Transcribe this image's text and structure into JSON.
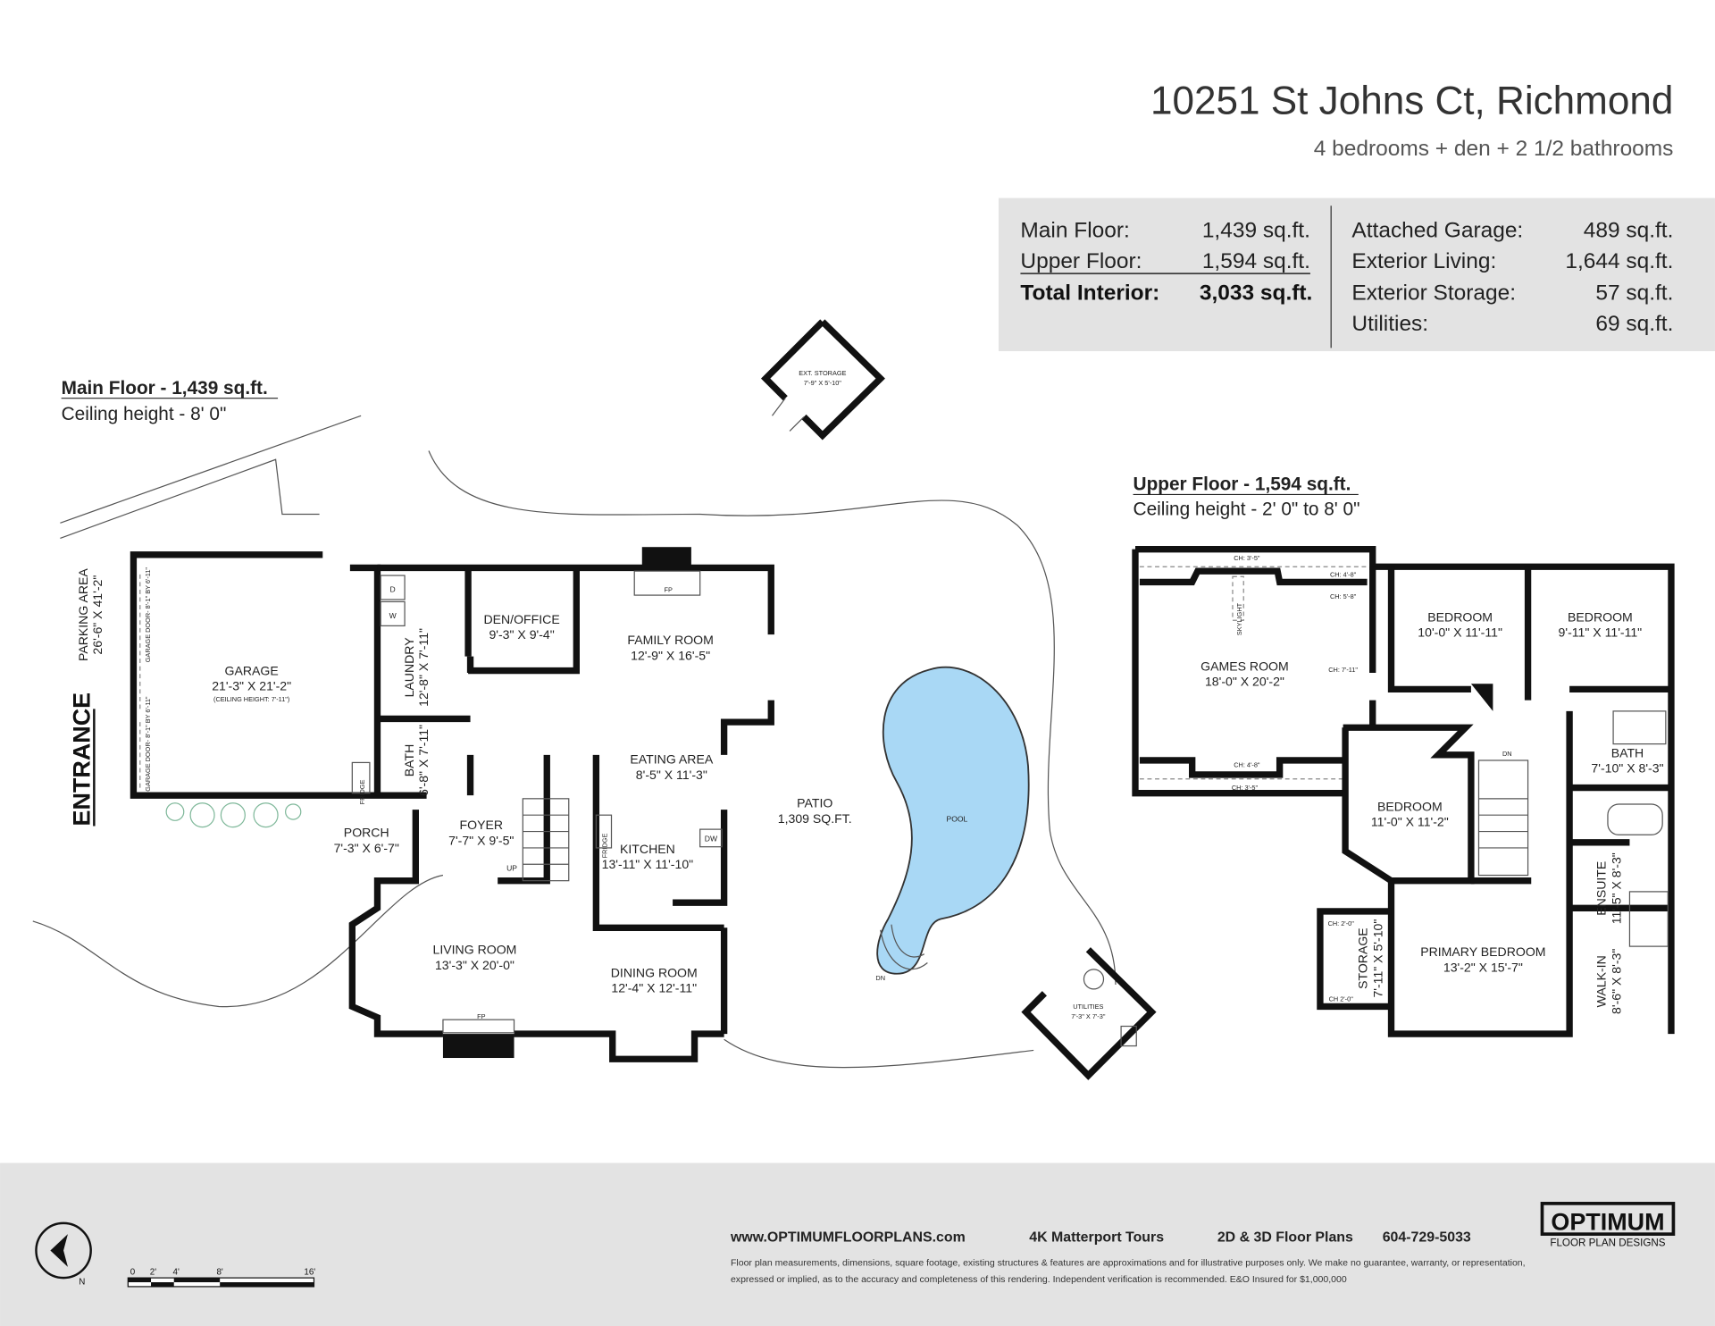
{
  "header": {
    "address": "10251 St Johns Ct, Richmond",
    "summary": "4 bedrooms + den + 2 1/2 bathrooms"
  },
  "areas": {
    "left": [
      {
        "label": "Main Floor:",
        "value": "1,439 sq.ft."
      },
      {
        "label": "Upper Floor:",
        "value": "1,594 sq.ft."
      },
      {
        "label": "Total Interior:",
        "value": "3,033 sq.ft."
      }
    ],
    "right": [
      {
        "label": "Attached Garage:",
        "value": "489 sq.ft."
      },
      {
        "label": "Exterior Living:",
        "value": "1,644 sq.ft."
      },
      {
        "label": "Exterior Storage:",
        "value": "57 sq.ft."
      },
      {
        "label": "Utilities:",
        "value": "69 sq.ft."
      }
    ]
  },
  "main_floor": {
    "title": "Main Floor - 1,439 sq.ft.",
    "ceiling": "Ceiling height - 8' 0\"",
    "entrance": "ENTRANCE",
    "parking": {
      "name": "PARKING AREA",
      "dim": "26'-6\" X 41'-2\""
    },
    "garage_door_1": "GARAGE DOOR- 8'-1\" BY 6'-11\"",
    "garage_door_2": "GARAGE DOOR- 8'-1\" BY 6'-11\"",
    "rooms": {
      "garage": {
        "name": "GARAGE",
        "dim": "21'-3\" X 21'-2\"",
        "note": "(CEILING HEIGHT: 7'-11\")"
      },
      "laundry": {
        "name": "LAUNDRY",
        "dim": "12'-8\" X 7'-11\""
      },
      "bath": {
        "name": "BATH",
        "dim": "6'-8\" X 7'-11\""
      },
      "den": {
        "name": "DEN/OFFICE",
        "dim": "9'-3\" X 9'-4\""
      },
      "family": {
        "name": "FAMILY ROOM",
        "dim": "12'-9\" X 16'-5\""
      },
      "eating": {
        "name": "EATING AREA",
        "dim": "8'-5\" X 11'-3\""
      },
      "kitchen": {
        "name": "KITCHEN",
        "dim": "13'-11\" X 11'-10\""
      },
      "porch": {
        "name": "PORCH",
        "dim": "7'-3\" X 6'-7\""
      },
      "foyer": {
        "name": "FOYER",
        "dim": "7'-7\" X 9'-5\""
      },
      "living": {
        "name": "LIVING ROOM",
        "dim": "13'-3\" X 20'-0\""
      },
      "dining": {
        "name": "DINING ROOM",
        "dim": "12'-4\" X 12'-11\""
      },
      "patio": {
        "name": "PATIO",
        "dim": "1,309 SQ.FT."
      },
      "pool": {
        "name": "POOL"
      },
      "ext_storage": {
        "name": "EXT. STORAGE",
        "dim": "7'-9\" X 5'-10\""
      },
      "utilities": {
        "name": "UTILITIES",
        "dim": "7'-3\" X 7'-3\""
      }
    },
    "fixtures": {
      "fp": "FP",
      "fridge": "FRIDGE",
      "dw": "DW",
      "up": "UP",
      "dn": "DN",
      "d": "D",
      "w": "W"
    }
  },
  "upper_floor": {
    "title": "Upper Floor - 1,594 sq.ft.",
    "ceiling": "Ceiling height - 2' 0\" to 8' 0\"",
    "rooms": {
      "games": {
        "name": "GAMES ROOM",
        "dim": "18'-0\" X 20'-2\""
      },
      "bed1": {
        "name": "BEDROOM",
        "dim": "10'-0\" X 11'-11\""
      },
      "bed2": {
        "name": "BEDROOM",
        "dim": "9'-11\" X 11'-11\""
      },
      "bed3": {
        "name": "BEDROOM",
        "dim": "11'-0\" X 11'-2\""
      },
      "bath": {
        "name": "BATH",
        "dim": "7'-10\" X 8'-3\""
      },
      "ensuite": {
        "name": "ENSUITE",
        "dim": "11'-5\" X 8'-3\""
      },
      "walkin": {
        "name": "WALK-IN",
        "dim": "8'-6\" X 8'-3\""
      },
      "primary": {
        "name": "PRIMARY BEDROOM",
        "dim": "13'-2\" X 15'-7\""
      },
      "storage": {
        "name": "STORAGE",
        "dim": "7'-11\" X 5'-10\""
      }
    },
    "ceiling_marks": [
      "CH: 3'-5\"",
      "CH: 4'-8\"",
      "CH: 5'-8\"",
      "CH: 7'-11\"",
      "CH: 4'-8\"",
      "CH: 3'-5\"",
      "CH: 2'-0\"",
      "CH 2'-0\""
    ],
    "skylight": "SKYLIGHT",
    "dn": "DN"
  },
  "footer": {
    "website": "www.OPTIMUMFLOORPLANS.com",
    "tours": "4K Matterport Tours",
    "plans": "2D & 3D Floor Plans",
    "phone": "604-729-5033",
    "disclaimer_1": "Floor plan measurements, dimensions, square footage, existing structures & features are approximations and for illustrative purposes only. We make no guarantee, warranty, or representation,",
    "disclaimer_2": "expressed or implied, as to the accuracy and completeness of this rendering. Independent verification is recommended. E&O Insured for $1,000,000",
    "logo_main": "OPTIMUM",
    "logo_sub": "FLOOR PLAN DESIGNS",
    "scale_labels": [
      "0",
      "2'",
      "4'",
      "8'",
      "16'"
    ],
    "compass": "N"
  },
  "colors": {
    "pool": "#a9d8f5",
    "panel": "#e3e3e3",
    "wall": "#111111",
    "plant": "#7fb89a"
  }
}
